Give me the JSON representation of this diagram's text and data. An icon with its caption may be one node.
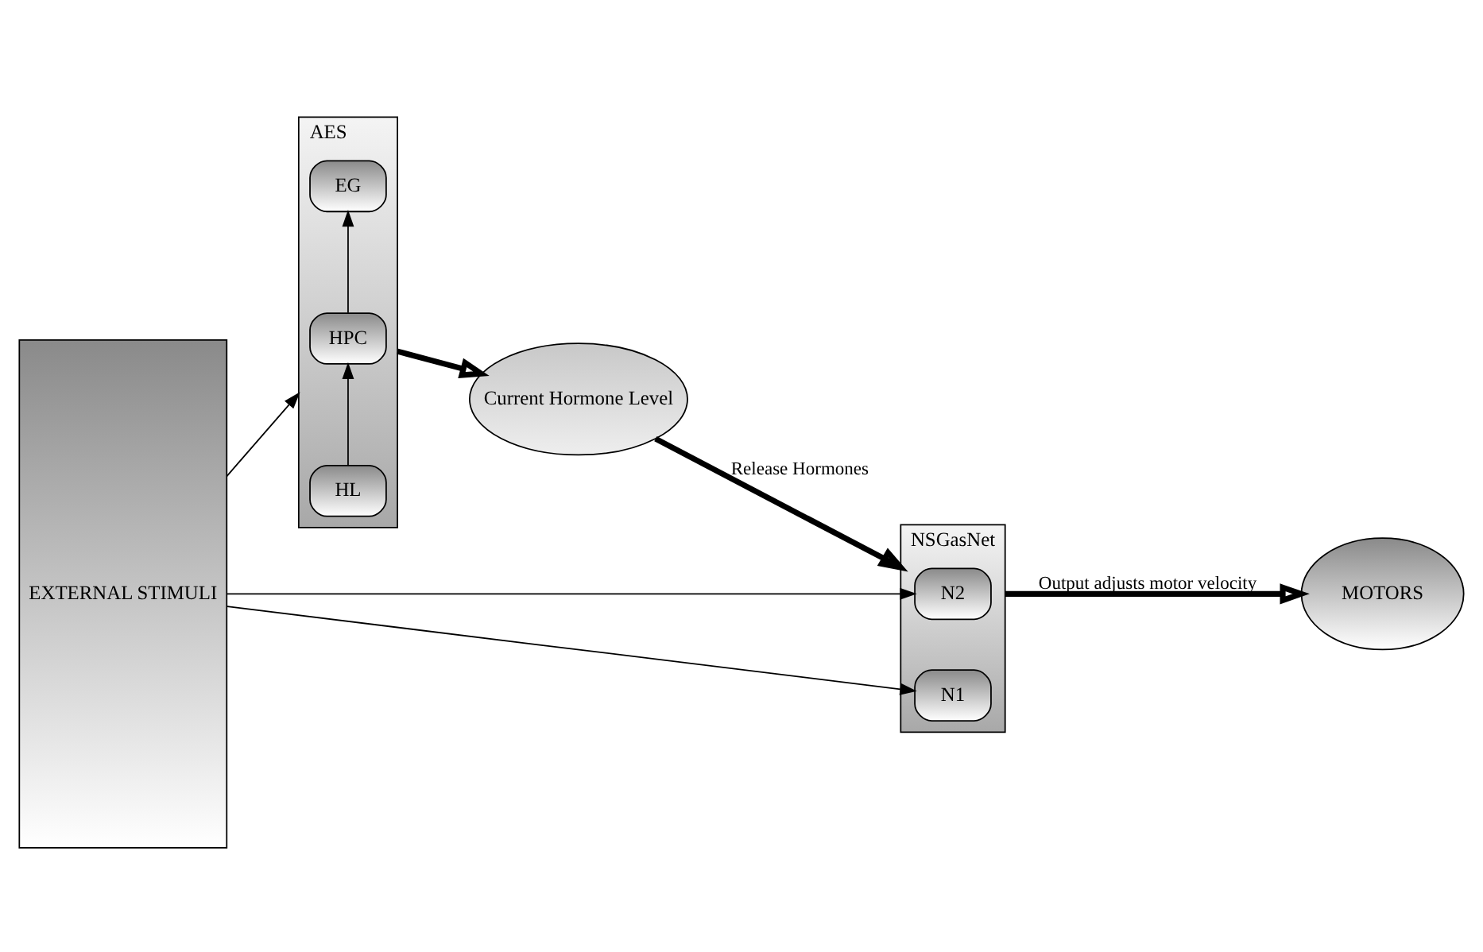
{
  "diagram": {
    "nodes": [
      {
        "text": [
          "EXTERNAL STIMULI"
        ]
      },
      {
        "text": [
          "AES"
        ]
      },
      {
        "text": [
          "HL"
        ],
        "in": 1
      },
      {
        "text": [
          "HPC"
        ],
        "in": 1
      },
      {
        "text": [
          "EG"
        ],
        "in": 1
      },
      {
        "text": [
          "Current Hormone Level"
        ]
      },
      {
        "text": [
          "NSGasNet"
        ]
      },
      {
        "text": [
          "N1"
        ],
        "in": 6
      },
      {
        "text": [
          "N2"
        ],
        "in": 6
      },
      {
        "text": [
          "MOTORS"
        ]
      }
    ],
    "edges": [
      {
        "from": 0,
        "to": 1,
        "arrow": "to"
      },
      {
        "from": 2,
        "to": 3,
        "arrow": "to"
      },
      {
        "from": 3,
        "to": 4,
        "arrow": "to"
      },
      {
        "from": 1,
        "to": 5,
        "arrow": "to",
        "style": "thick"
      },
      {
        "from": 5,
        "to": 6,
        "arrow": "to",
        "style": "thick",
        "label": "Release Hormones"
      },
      {
        "from": 0,
        "to": 7,
        "arrow": "to"
      },
      {
        "from": 0,
        "to": 8,
        "arrow": "to"
      },
      {
        "from": 6,
        "to": 9,
        "arrow": "to",
        "style": "thick",
        "label": "Output adjusts motor velocity"
      }
    ]
  }
}
